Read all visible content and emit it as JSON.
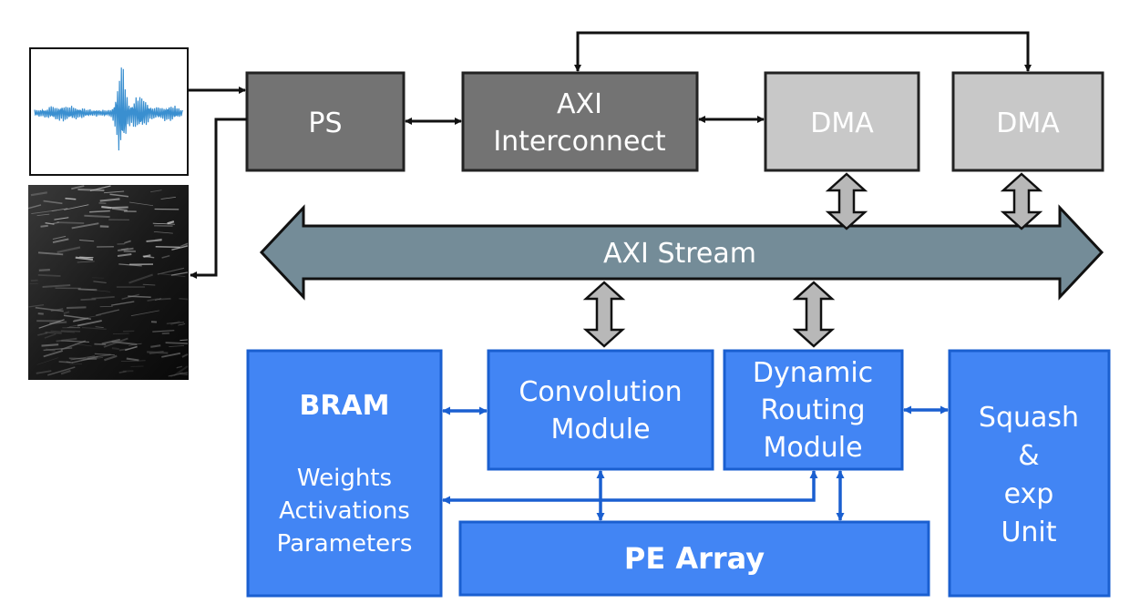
{
  "colors": {
    "ps_fill": "#737373",
    "axi_fill": "#737373",
    "dma_fill": "#c8c8c8",
    "stream_fill": "#748c98",
    "module_fill": "#4285f4",
    "module_stroke": "#1a5fd0",
    "bus_arrow_fill": "#b8b8b8",
    "line_black": "#111111",
    "line_blue": "#1a5fd0",
    "waveform": "#3a8fd0"
  },
  "blocks": {
    "ps": "PS",
    "axi_interconnect": [
      "AXI",
      "Interconnect"
    ],
    "dma_1": "DMA",
    "dma_2": "DMA",
    "axi_stream": "AXI Stream",
    "bram_title": "BRAM",
    "bram_lines": [
      "Weights",
      "Activations",
      "Parameters"
    ],
    "convolution": [
      "Convolution",
      "Module"
    ],
    "dynamic_routing": [
      "Dynamic",
      "Routing",
      "Module"
    ],
    "squash": [
      "Squash",
      "&",
      "exp",
      "Unit"
    ],
    "pe_array": "PE Array"
  },
  "icons": {
    "input_signal": "rf-waveform-icon",
    "output_image": "ultrasound-image-icon"
  }
}
